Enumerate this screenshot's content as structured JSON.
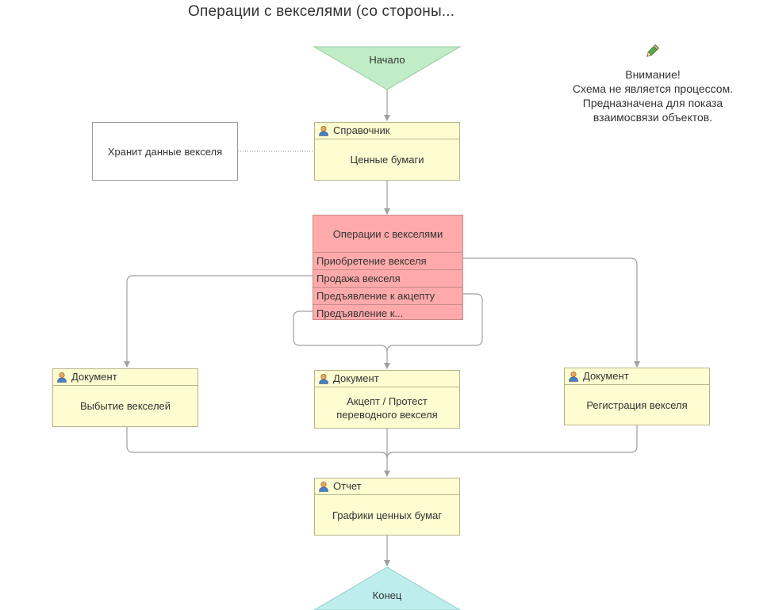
{
  "title": "Операции с векселями (со стороны...",
  "start": {
    "label": "Начало"
  },
  "end": {
    "label": "Конец"
  },
  "comment": {
    "text": "Хранит данные векселя"
  },
  "note": {
    "line1": "Внимание!",
    "line2": "Схема не является процессом.",
    "line3": "Предназначена для показа",
    "line4": "взаимосвязи объектов."
  },
  "catalog": {
    "type": "Справочник",
    "name": "Ценные бумаги"
  },
  "operations": {
    "title": "Операции с векселями",
    "items": [
      "Приобретение векселя",
      "Продажа векселя",
      "Предъявление к акцепту",
      "Предъявление к..."
    ]
  },
  "doc_left": {
    "type": "Документ",
    "name": "Выбытие векселей"
  },
  "doc_center": {
    "type": "Документ",
    "name": "Акцепт / Протест переводного векселя"
  },
  "doc_right": {
    "type": "Документ",
    "name": "Регистрация векселя"
  },
  "report": {
    "type": "Отчет",
    "name": "Графики ценных бумаг"
  },
  "colors": {
    "start_fill": "#c0ecc6",
    "end_fill": "#bdeeed",
    "box_fill": "#fefcd1",
    "ops_fill": "#ffaaaa",
    "connector": "#a0a0a0"
  }
}
